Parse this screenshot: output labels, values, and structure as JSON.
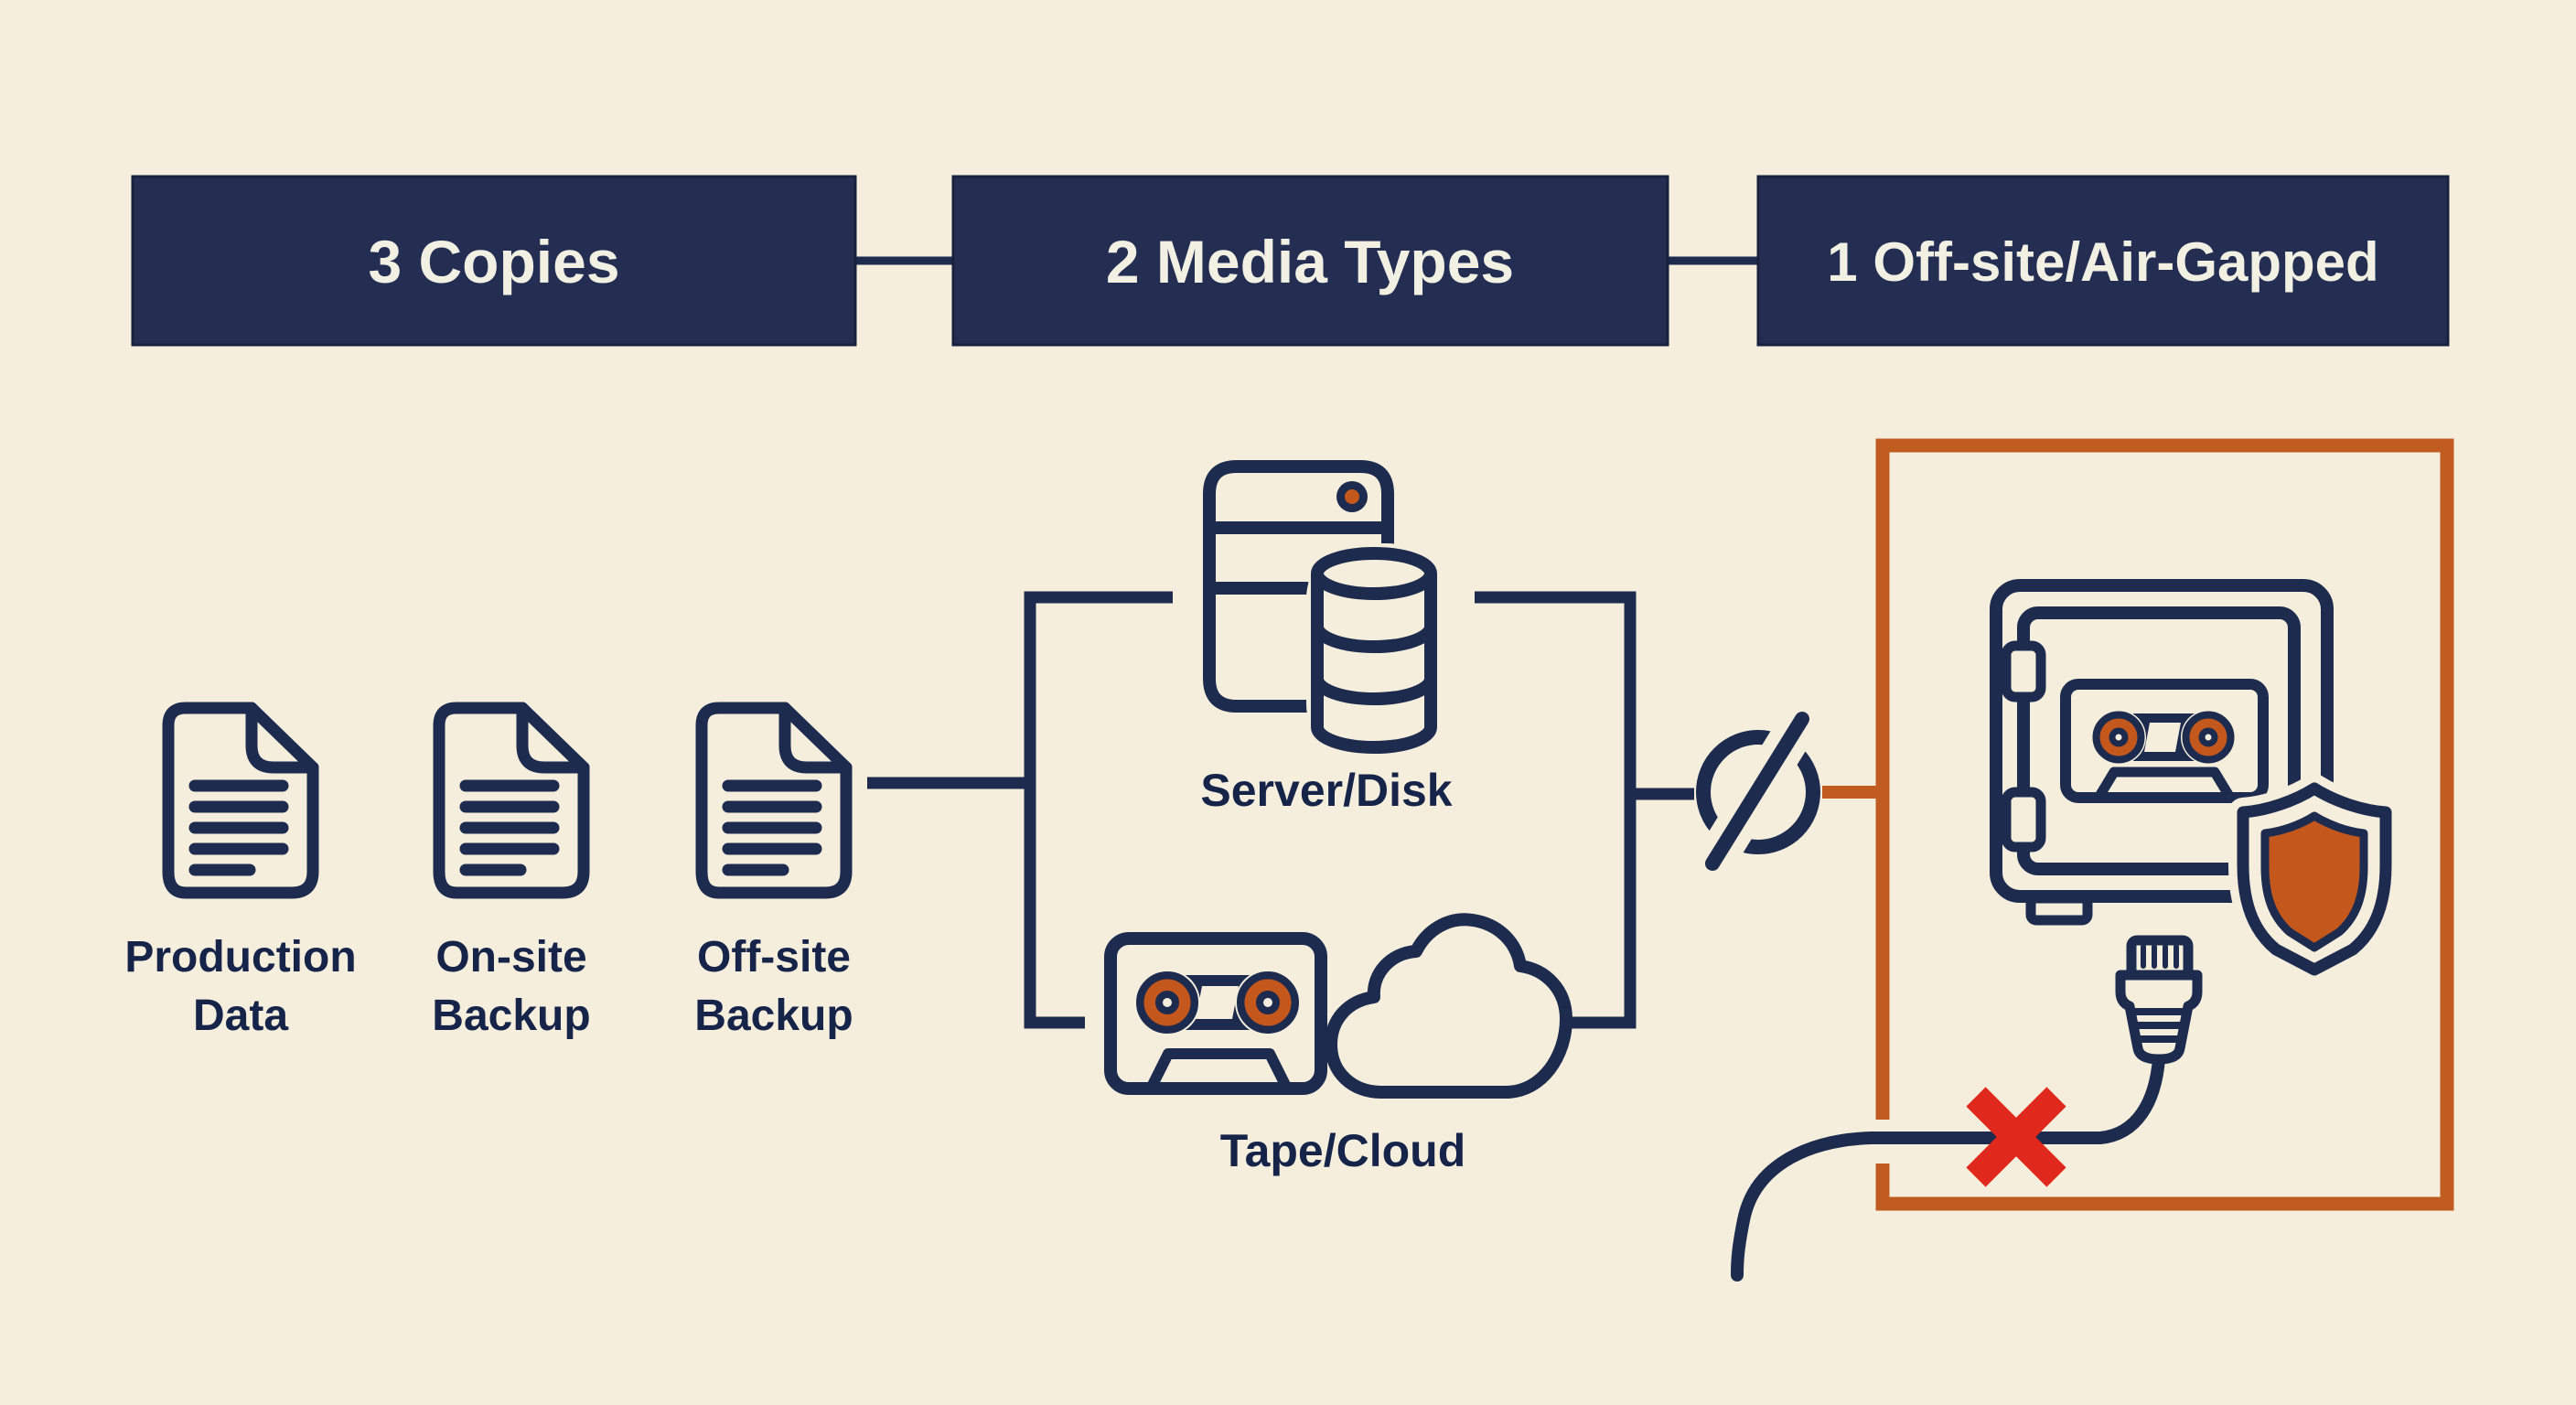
{
  "palette": {
    "background": "#f6eedd",
    "navy": "#1d2b4e",
    "navy_box": "#232e52",
    "box_text": "#f2efe3",
    "label_text": "#16244a",
    "orange": "#c05c20",
    "orange_fill": "#c4571c",
    "red": "#e0281c"
  },
  "header": {
    "boxes": [
      {
        "label": "3 Copies"
      },
      {
        "label": "2 Media Types"
      },
      {
        "label": "1 Off-site/Air-Gapped"
      }
    ]
  },
  "copies": {
    "items": [
      {
        "icon": "document-icon",
        "line1": "Production",
        "line2": "Data"
      },
      {
        "icon": "document-icon",
        "line1": "On-site",
        "line2": "Backup"
      },
      {
        "icon": "document-icon",
        "line1": "Off-site",
        "line2": "Backup"
      }
    ]
  },
  "media": {
    "server": {
      "icon": "server-disk-icon",
      "label": "Server/Disk"
    },
    "tape": {
      "icon": "tape-cloud-icon",
      "label": "Tape/Cloud"
    }
  },
  "offsite": {
    "vault_icon": "safe-vault-icon",
    "cassette_icon": "cassette-tape-icon",
    "shield_icon": "shield-icon",
    "plug_icon": "ethernet-plug-icon",
    "cable_icon": "disconnected-cable-icon",
    "x_icon": "red-x-icon",
    "disconnect_icon": "broken-link-icon"
  }
}
